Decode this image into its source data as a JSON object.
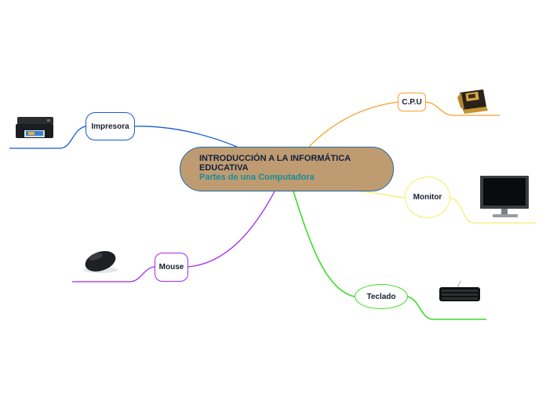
{
  "central": {
    "title": "INTRODUCCIÓN A LA INFORMÁTICA EDUCATIVA",
    "subtitle": "Partes de una Computadora"
  },
  "branches": {
    "cpu": {
      "label": "C.P.U",
      "color": "#f4a22c",
      "image_icon": "cpu-processor-icon"
    },
    "monitor": {
      "label": "Monitor",
      "color": "#f0f06a",
      "image_icon": "monitor-icon"
    },
    "teclado": {
      "label": "Teclado",
      "color": "#3cdc28",
      "image_icon": "keyboard-icon"
    },
    "mouse": {
      "label": "Mouse",
      "color": "#a02ce6",
      "image_icon": "mouse-icon"
    },
    "impresora": {
      "label": "Impresora",
      "color": "#1a5ad6",
      "image_icon": "printer-icon"
    }
  },
  "colors": {
    "central_fill": "#bf9b72",
    "central_border": "#1f6aa0",
    "title_text": "#10203a",
    "subtitle_text": "#1a8b98"
  }
}
